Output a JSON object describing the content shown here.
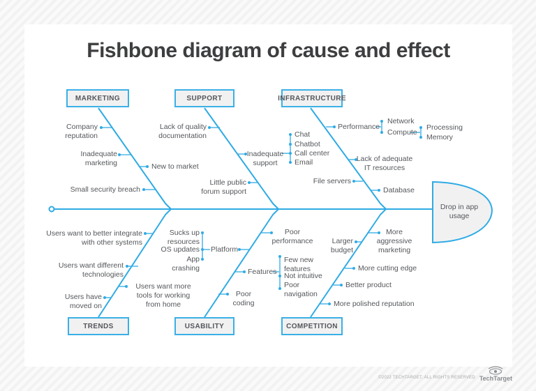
{
  "title": "Fishbone diagram of cause and effect",
  "effect": "Drop in app usage",
  "marketing": {
    "label": "MARKETING",
    "causes": [
      "Company reputation",
      "Inadequate marketing",
      "New to market",
      "Small security breach"
    ]
  },
  "support": {
    "label": "SUPPORT",
    "causes": [
      "Lack of quality documentation",
      "Inadequate support",
      "Little public forum support"
    ],
    "channels": [
      "Chat",
      "Chatbot",
      "Call center",
      "Email"
    ]
  },
  "infrastructure": {
    "label": "INFRASTRUCTURE",
    "causes": [
      "Performance",
      "Lack of adequate IT resources",
      "File servers",
      "Database"
    ],
    "performance_sub": [
      "Network",
      "Compute"
    ],
    "compute_sub": [
      "Processing",
      "Memory"
    ]
  },
  "trends": {
    "label": "TRENDS",
    "causes": [
      "Users want to better integrate with other systems",
      "Users want different technologies",
      "Users want more tools for working from home",
      "Users have moved on"
    ]
  },
  "usability": {
    "label": "USABILITY",
    "causes": [
      "Poor performance",
      "Platform",
      "Features",
      "Poor coding"
    ],
    "platform_sub": [
      "Sucks up resources",
      "OS updates",
      "App crashing"
    ],
    "features_sub": [
      "Few new features",
      "Not intuitive",
      "Poor navigation"
    ]
  },
  "competition": {
    "label": "COMPETITION",
    "causes": [
      "More aggressive marketing",
      "Larger budget",
      "More cutting edge",
      "Better product",
      "More polished reputation"
    ]
  },
  "footer": {
    "copyright": "©2022 TECHTARGET. ALL RIGHTS RESERVED",
    "brand": "TechTarget"
  },
  "colors": {
    "accent_blue": "#3ab0e6",
    "box_fill": "#f1f1f2",
    "label_text": "#55575b",
    "title_text": "#3d3e40"
  }
}
